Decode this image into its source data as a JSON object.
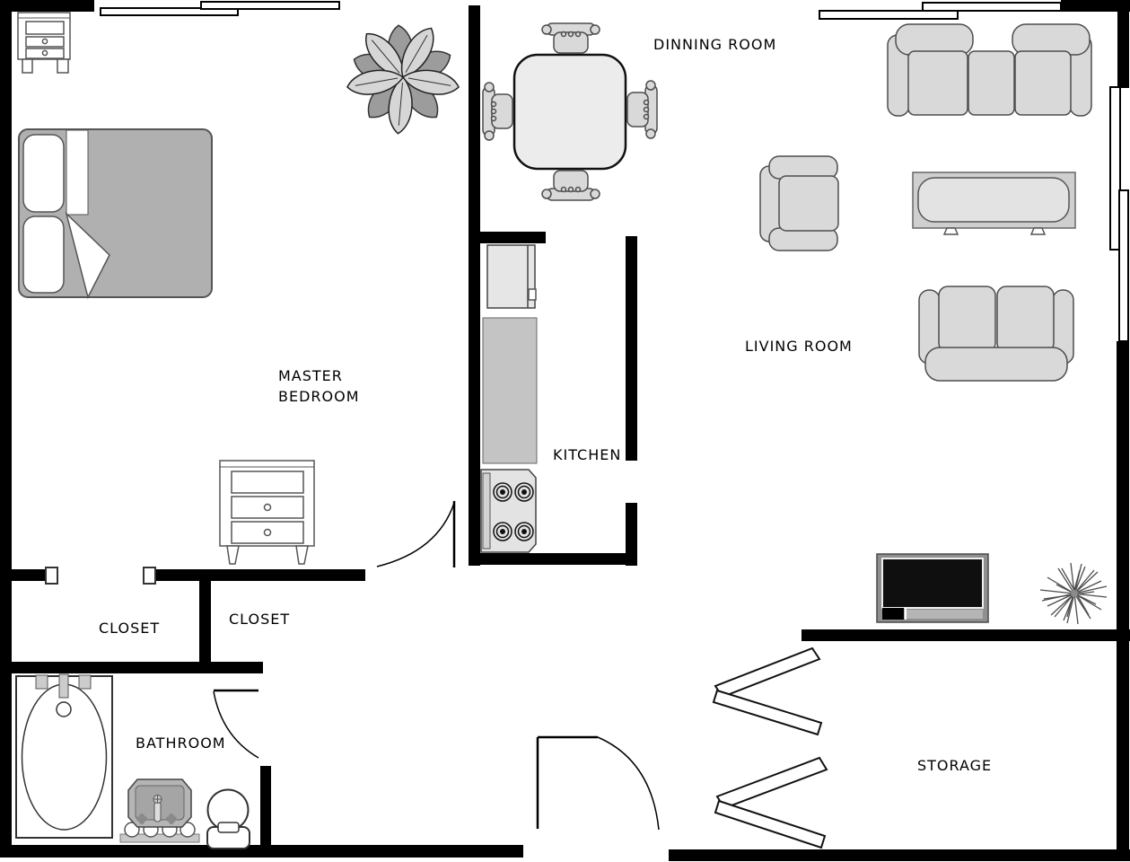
{
  "type": "floor-plan",
  "labels": {
    "dining_room": "DINNING ROOM",
    "living_room": "LIVING ROOM",
    "kitchen": "KITCHEN",
    "master_line1": "MASTER",
    "master_line2": "BEDROOM",
    "closet_left": "CLOSET",
    "closet_right": "CLOSET",
    "bathroom": "BATHROOM",
    "storage": "STORAGE"
  },
  "colors": {
    "wall": "#000000",
    "outline": "#4d4d4d",
    "furn": "#d9d9d9",
    "furn_mid": "#bdbdbd",
    "bed": "#b0b0b0",
    "counter": "#c4c4c4",
    "screen": "#0f0f0f"
  }
}
